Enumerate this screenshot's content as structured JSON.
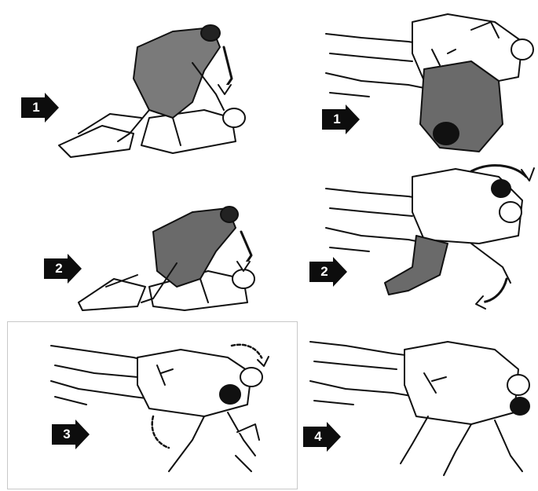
{
  "panels": [
    {
      "id": "left-1",
      "step": "1"
    },
    {
      "id": "left-2",
      "step": "2"
    },
    {
      "id": "left-3",
      "step": "3"
    },
    {
      "id": "right-1",
      "step": "1"
    },
    {
      "id": "right-2",
      "step": "2"
    },
    {
      "id": "right-4",
      "step": "4"
    }
  ],
  "colors": {
    "ink": "#111111",
    "shade": "#6e6e6e",
    "paper": "#ffffff",
    "badge": "#0d0d0d"
  }
}
